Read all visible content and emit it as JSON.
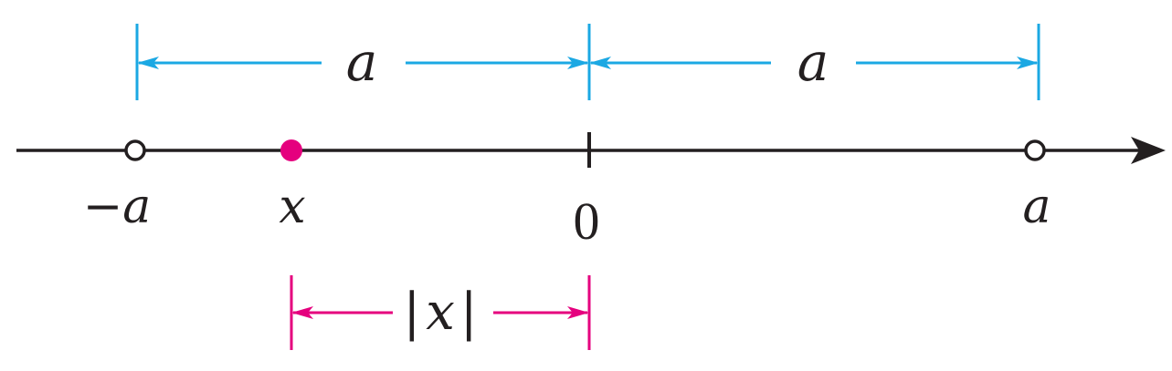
{
  "colors": {
    "axis": "#231f20",
    "distance": "#1ba8e3",
    "point": "#e5007e"
  },
  "number_line": {
    "labels": {
      "neg_a": "−a",
      "x": "x",
      "zero": "0",
      "a": "a"
    },
    "points": {
      "neg_a": "open",
      "x": "filled",
      "a": "open"
    }
  },
  "distances": {
    "left_a": "a",
    "right_a": "a",
    "abs_x": "|x|"
  }
}
